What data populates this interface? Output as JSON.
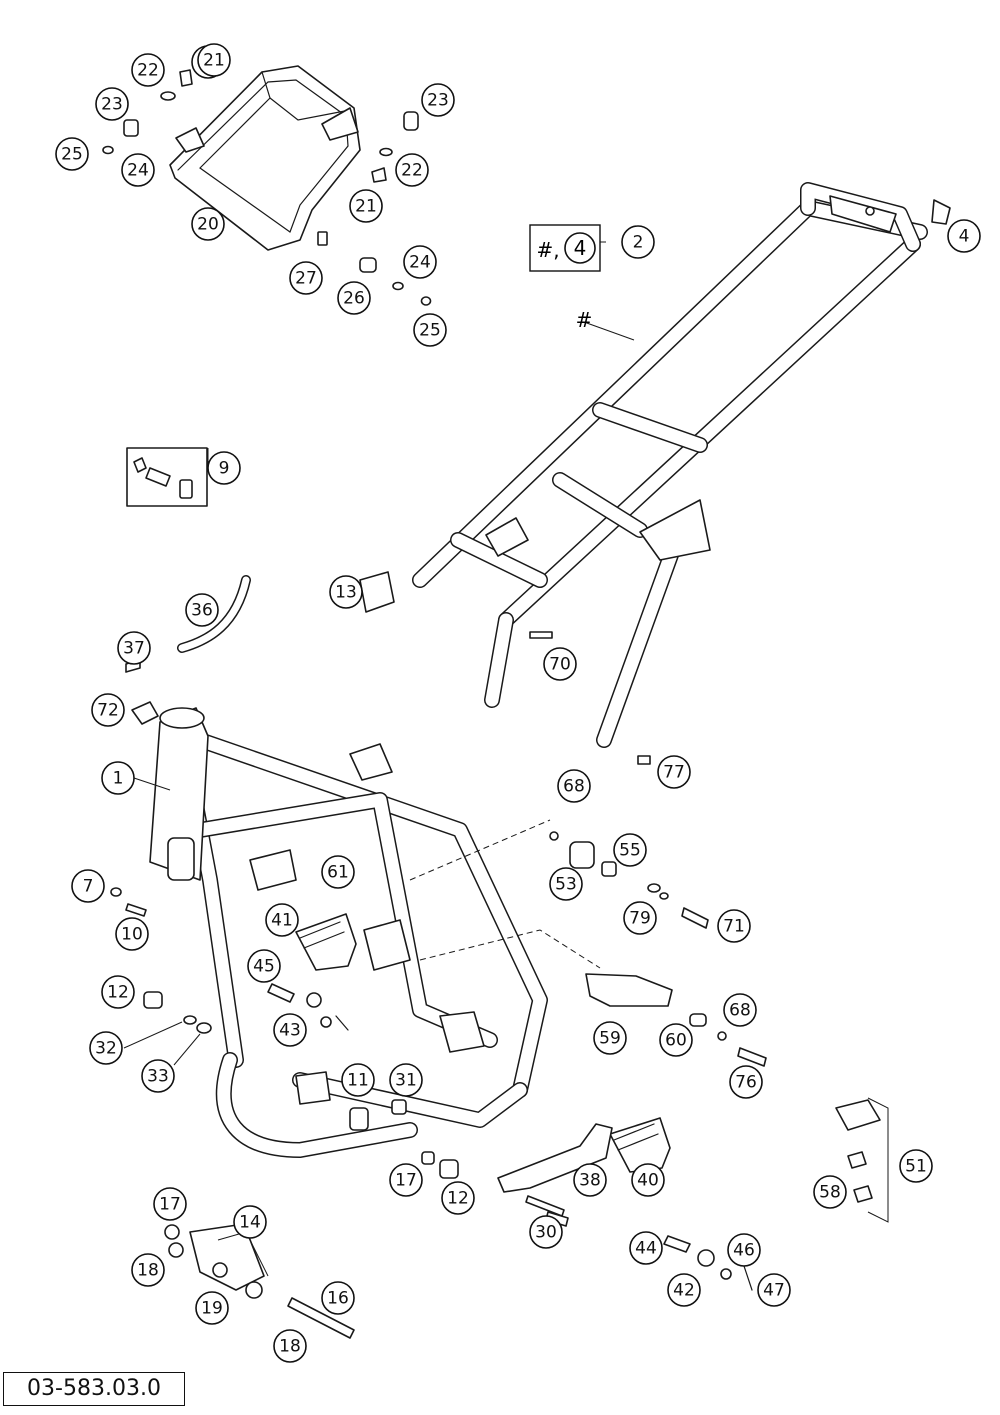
{
  "diagram": {
    "code": "03-583.03.0",
    "callouts": [
      "1",
      "2",
      "4",
      "4",
      "7",
      "9",
      "10",
      "11",
      "12",
      "12",
      "13",
      "14",
      "16",
      "17",
      "17",
      "18",
      "18",
      "19",
      "20",
      "21",
      "21",
      "22",
      "22",
      "23",
      "23",
      "24",
      "24",
      "25",
      "25",
      "26",
      "27",
      "30",
      "31",
      "32",
      "33",
      "36",
      "37",
      "38",
      "40",
      "41",
      "42",
      "43",
      "44",
      "45",
      "46",
      "47",
      "51",
      "53",
      "55",
      "58",
      "59",
      "60",
      "61",
      "68",
      "68",
      "70",
      "71",
      "72",
      "76",
      "77",
      "79"
    ],
    "symbol_marker": "#",
    "box_label": {
      "prefix": "#,",
      "ref": "4"
    }
  }
}
